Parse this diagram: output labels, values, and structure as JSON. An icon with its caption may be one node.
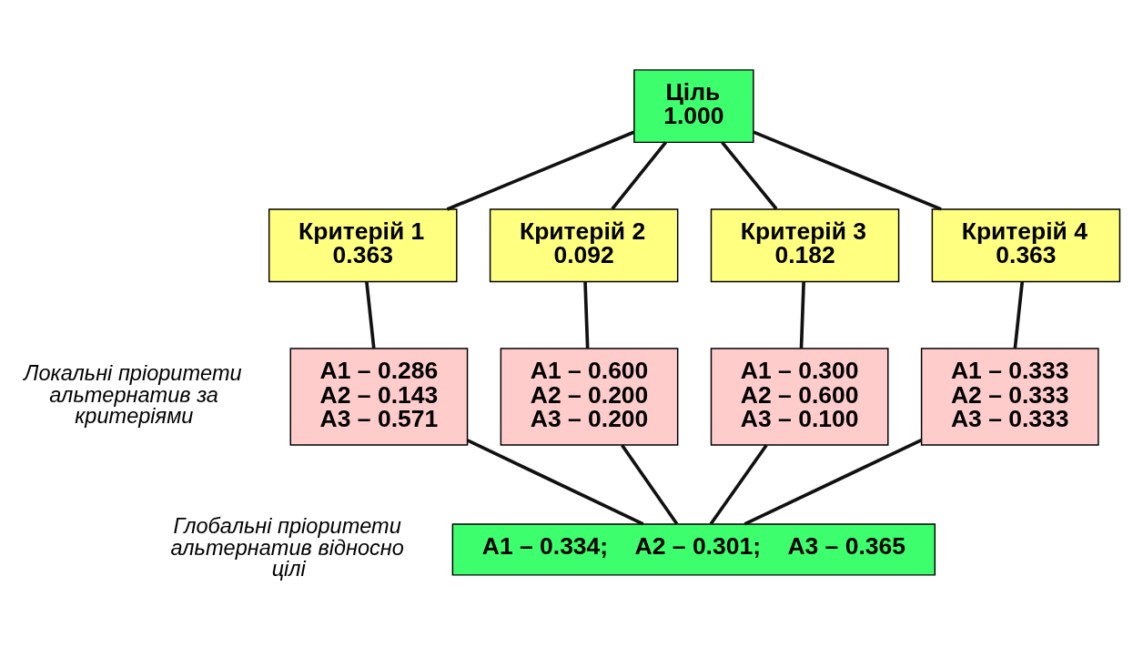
{
  "diagram": {
    "nodes": [
      {
        "text": [
          "Ціль",
          "1.000"
        ]
      },
      {
        "text": [
          "Критерій 1",
          "0.363"
        ]
      },
      {
        "text": [
          "Критерій 2",
          "0.092"
        ]
      },
      {
        "text": [
          "Критерій 3",
          "0.182"
        ]
      },
      {
        "text": [
          "Критерій 4",
          "0.363"
        ]
      },
      {
        "text": [
          "A1 – 0.286",
          "A2 – 0.143",
          "A3 – 0.571"
        ]
      },
      {
        "text": [
          "A1 – 0.600",
          "A2 – 0.200",
          "A3 – 0.200"
        ]
      },
      {
        "text": [
          "A1 – 0.300",
          "A2 – 0.600",
          "A3 – 0.100"
        ]
      },
      {
        "text": [
          "A1 – 0.333",
          "A2 – 0.333",
          "A3 – 0.333"
        ]
      },
      {
        "text": [
          "A1 – 0.334;    A2 – 0.301;    A3 – 0.365"
        ]
      }
    ],
    "edges": [
      {
        "from": 0,
        "to": 1,
        "arrow": "none"
      },
      {
        "from": 0,
        "to": 2,
        "arrow": "none"
      },
      {
        "from": 0,
        "to": 3,
        "arrow": "none"
      },
      {
        "from": 0,
        "to": 4,
        "arrow": "none"
      },
      {
        "from": 1,
        "to": 5,
        "arrow": "none"
      },
      {
        "from": 2,
        "to": 6,
        "arrow": "none"
      },
      {
        "from": 3,
        "to": 7,
        "arrow": "none"
      },
      {
        "from": 4,
        "to": 8,
        "arrow": "none"
      },
      {
        "from": 5,
        "to": 9,
        "arrow": "none"
      },
      {
        "from": 6,
        "to": 9,
        "arrow": "none"
      },
      {
        "from": 7,
        "to": 9,
        "arrow": "none"
      },
      {
        "from": 8,
        "to": 9,
        "arrow": "none"
      }
    ],
    "labels": [
      "Локальні пріоритети альтернатив за критеріями",
      "Глобальні пріоритети альтернатив відносно цілі"
    ]
  }
}
